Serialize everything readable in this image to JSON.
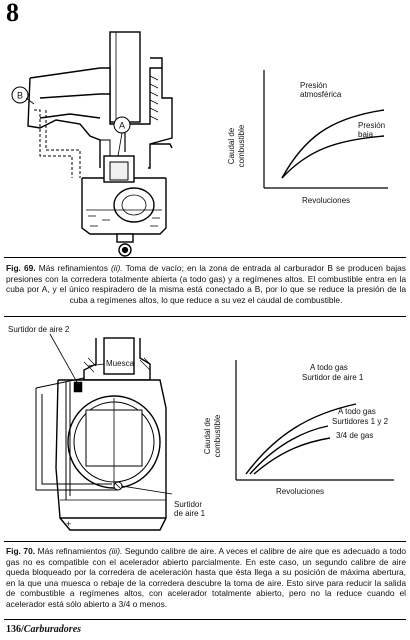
{
  "page": {
    "chapter_number": "8",
    "footer_page": "136/",
    "footer_title": "Carburadores"
  },
  "fig69": {
    "labels": {
      "b": "B",
      "a": "A"
    },
    "caption_fig": "Fig. 69.",
    "caption_lead": "Más refinamientos ",
    "caption_ital": "(ii).",
    "caption_body": " Toma de vacío; en la zona de entrada al carburador B se producen bajas presiones con la corredera totalmente abierta (a todo gas) y a regímenes altos. El combustible entra en la cuba por A, y el único respiradero de la misma está conectado a B, por lo que se reduce la presión de la cuba a regímenes altos, lo que reduce a su vez el caudal de combustible.",
    "chart_data": {
      "type": "line",
      "xlabel": "Revoluciones",
      "ylabel": [
        "Caudal de",
        "combustible"
      ],
      "series": [
        {
          "name": [
            "Presión",
            "atmosférica"
          ],
          "shape": "upper"
        },
        {
          "name": [
            "Presión",
            "baja"
          ],
          "shape": "lower"
        }
      ]
    }
  },
  "fig70": {
    "labels": {
      "surtidor2": "Surtidor de aire 2",
      "muesca": "Muesca",
      "surtidor1_line1": "Surtidor",
      "surtidor1_line2": "de aire 1"
    },
    "caption_fig": "Fig. 70.",
    "caption_lead": "Más refinamientos ",
    "caption_ital": "(iii).",
    "caption_body": " Segundo calibre de aire. A veces el calibre de aire que es adecuado a todo gas no es compatible con el acelerador abierto parcialmente. En este caso, un segundo calibre de aire queda bloqueado por la corredera de aceleración hasta que ésta llega a su posición de máxima abertura, en la que una muesca o rebaje de la corredera descubre la toma de aire. Esto sirve para reducir la salida de combustible a regímenes altos, con acelerador totalmente abierto, pero no la reduce cuando el acelerador está sólo abierto a 3/4 o menos.",
    "chart_data": {
      "type": "line",
      "xlabel": "Revoluciones",
      "ylabel": [
        "Caudal de",
        "combustible"
      ],
      "series": [
        {
          "name": [
            "A todo gas",
            "Surtidor de aire 1"
          ],
          "shape": "upper"
        },
        {
          "name": [
            "A todo gas",
            "Surtidores 1 y 2"
          ],
          "shape": "middle"
        },
        {
          "name": [
            "3/4 de gas"
          ],
          "shape": "lower"
        }
      ]
    }
  }
}
